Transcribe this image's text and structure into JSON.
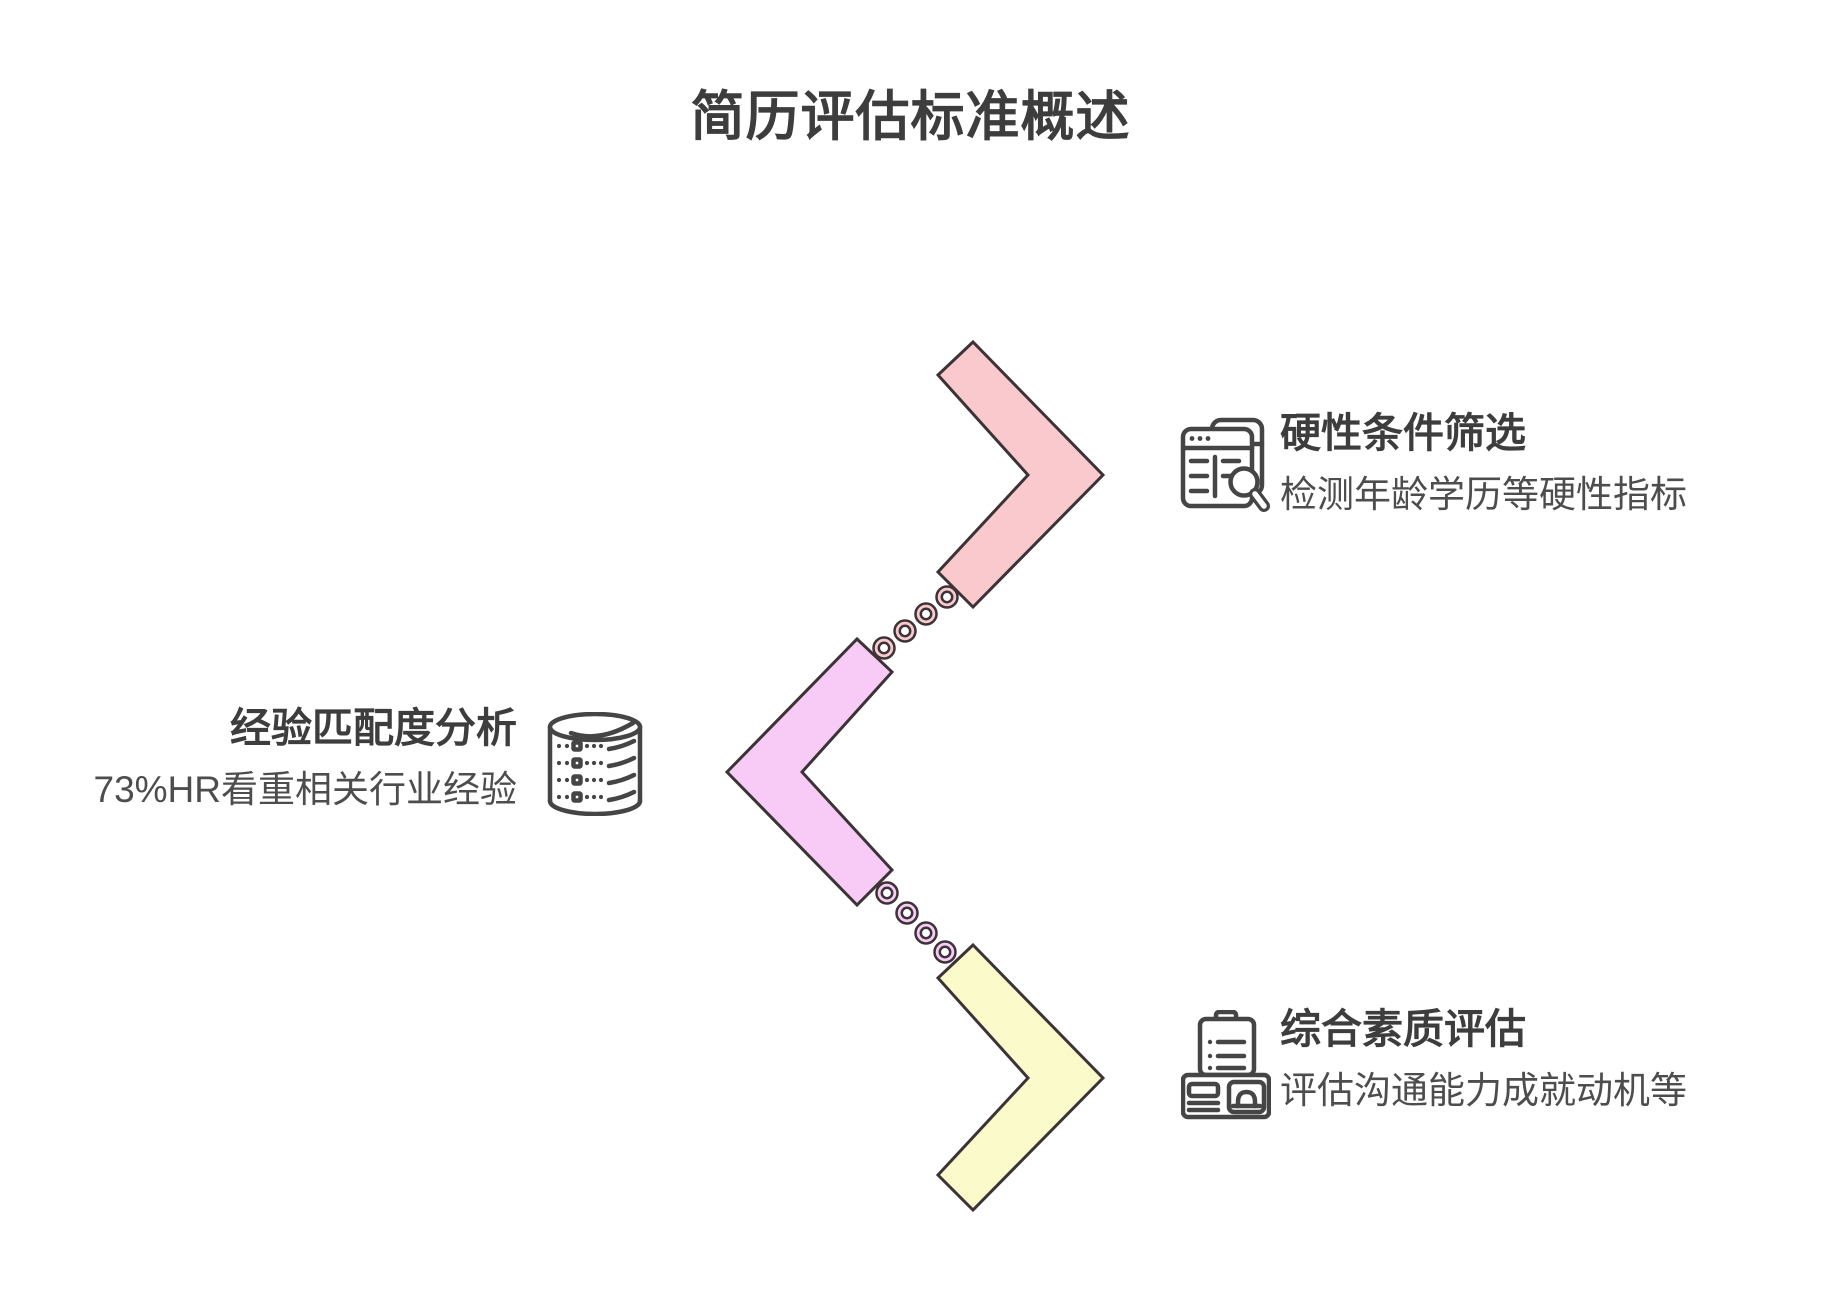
{
  "title": "简历评估标准概述",
  "colors": {
    "background": "#ffffff",
    "outline": "#3c3337",
    "icon_stroke": "#454545",
    "title_text": "#3d3d3d",
    "subtitle_text": "#4d4d4d",
    "chevron_pink": "#f9c9ce",
    "chevron_violet": "#f8cbf6",
    "chevron_yellow": "#fbfaca"
  },
  "items": [
    {
      "title": "硬性条件筛选",
      "subtitle": "检测年龄学历等硬性指标",
      "icon": "browser-search-icon",
      "chevron_color": "#f9c9ce",
      "chevron_direction": "right"
    },
    {
      "title": "经验匹配度分析",
      "subtitle": "73%HR看重相关行业经验",
      "icon": "database-icon",
      "chevron_color": "#f8cbf6",
      "chevron_direction": "left"
    },
    {
      "title": "综合素质评估",
      "subtitle": "评估沟通能力成就动机等",
      "icon": "badge-printer-icon",
      "chevron_color": "#fbfaca",
      "chevron_direction": "right"
    }
  ]
}
